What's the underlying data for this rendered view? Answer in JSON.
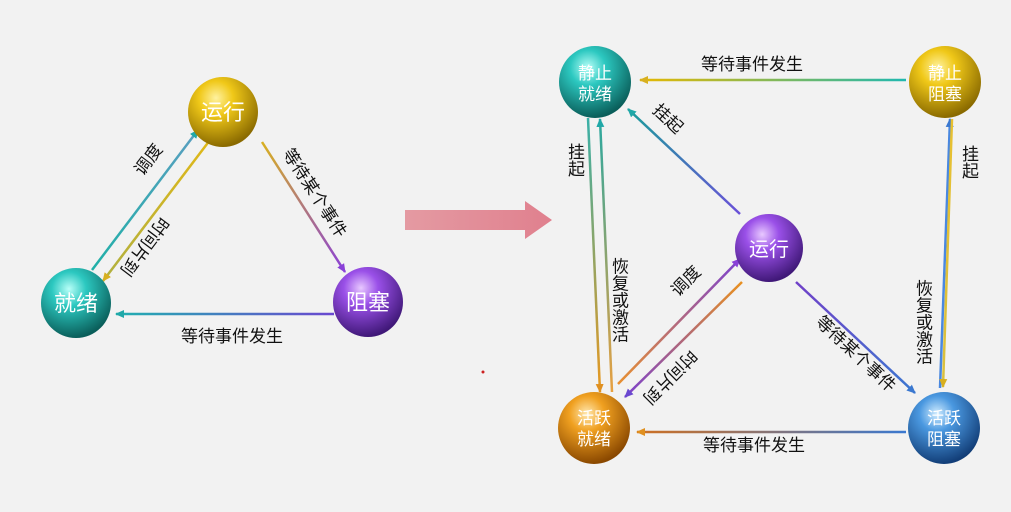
{
  "left": {
    "nodes": {
      "running": "运行",
      "ready": "就绪",
      "blocked": "阻塞"
    },
    "labels": {
      "schedule": "调度",
      "timeslice": "时间片到",
      "wait_event": "等待某个事件",
      "event_happens": "等待事件发生"
    }
  },
  "right": {
    "nodes": {
      "static_ready": [
        "静止",
        "就绪"
      ],
      "static_blocked": [
        "静止",
        "阻塞"
      ],
      "running": "运行",
      "active_ready": [
        "活跃",
        "就绪"
      ],
      "active_blocked": [
        "活跃",
        "阻塞"
      ]
    },
    "labels": {
      "top_event_happens": "等待事件发生",
      "suspend_left": "挂起",
      "suspend_diag": "挂起",
      "suspend_right": "挂起",
      "resume_left": "恢复或激活",
      "resume_right": "恢复或激活",
      "schedule": "调度",
      "timeslice": "时间片到",
      "wait_event": "等待某个事件",
      "bottom_event_happens": "等待事件发生"
    }
  },
  "colors": {
    "gold": "#e8b400",
    "teal": "#1a9e9a",
    "purple": "#7a38c8",
    "orange": "#e08a10",
    "blue": "#2a78c8",
    "arrow_pink": "#e08a96"
  }
}
